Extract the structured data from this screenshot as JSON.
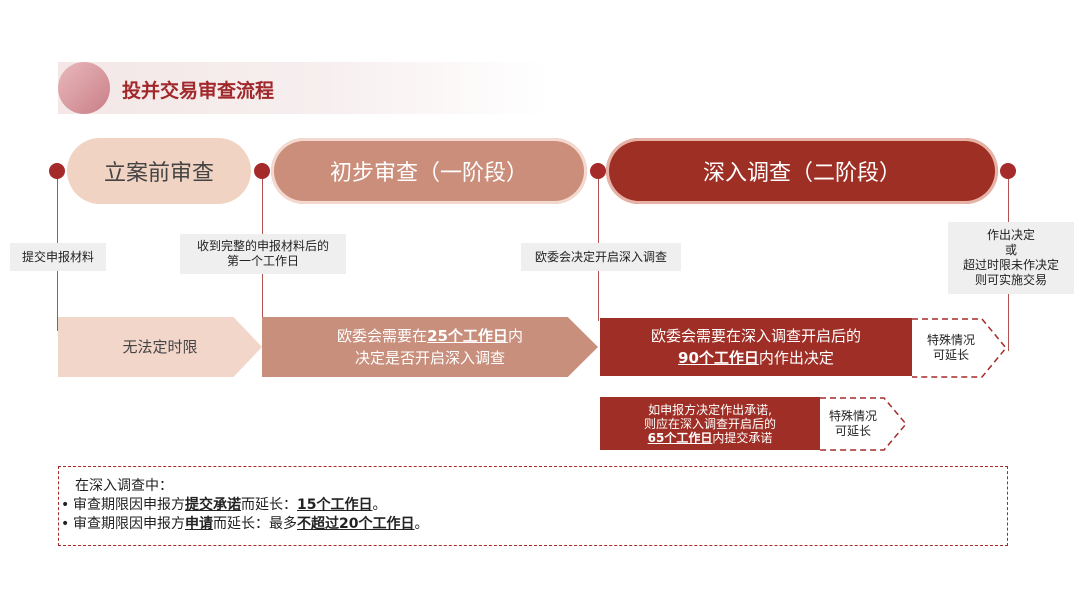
{
  "title": "投并交易审查流程",
  "stages": [
    {
      "label": "立案前审查"
    },
    {
      "label": "初步审查（一阶段）"
    },
    {
      "label": "深入调查（二阶段）"
    }
  ],
  "milestones": [
    {
      "lines": [
        "提交申报材料"
      ]
    },
    {
      "lines": [
        "收到完整的申报材料后的",
        "第一个工作日"
      ]
    },
    {
      "lines": [
        "欧委会决定开启深入调查"
      ]
    },
    {
      "lines": [
        "作出决定",
        "或",
        "超过时限未作决定",
        "则可实施交易"
      ]
    }
  ],
  "durations": {
    "pre": "无法定时限",
    "phase1": {
      "line1_pre": "欧委会需要在",
      "line1_bold": "25个工作日",
      "line1_post": "内",
      "line2": "决定是否开启深入调查"
    },
    "phase2": {
      "line1": "欧委会需要在深入调查开启后的",
      "line2_bold": "90个工作日",
      "line2_post": "内作出决定"
    },
    "commitment": {
      "line1": "如申报方决定作出承诺,",
      "line2": "则应在深入调查开启后的",
      "line3_bold": "65个工作日",
      "line3_post": "内提交承诺"
    },
    "extension": [
      "特殊情况",
      "可延长"
    ]
  },
  "note": {
    "intro": "在深入调查中：",
    "item1": {
      "pre": "审查期限因申报方",
      "bold1": "提交承诺",
      "mid": "而延长：",
      "bold2": "15个工作日",
      "post": "。"
    },
    "item2": {
      "pre": "审查期限因申报方",
      "bold1": "申请",
      "mid": "而延长：最多",
      "bold2": "不超过20个工作日",
      "post": "。"
    }
  },
  "colors": {
    "dark": "#9f2f26",
    "mid": "#c98f7d",
    "light": "#f2d6ca",
    "title": "#a1282b"
  }
}
